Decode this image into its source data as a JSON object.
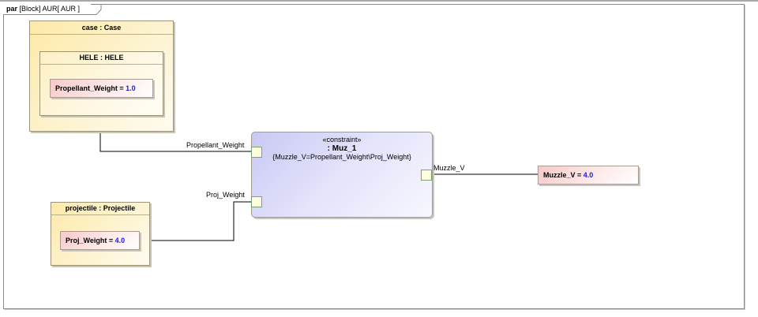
{
  "frame": {
    "kind": "par",
    "label": "[Block] AUR[ AUR ]"
  },
  "parts": {
    "case": {
      "header": "case : Case",
      "inner": {
        "header": "HELE : HELE",
        "property": {
          "name": "Propellant_Weight",
          "equals": " = ",
          "value": "1.0"
        }
      }
    },
    "projectile": {
      "header": "projectile : Projectile",
      "property": {
        "name": "Proj_Weight",
        "equals": " = ",
        "value": "4.0"
      }
    }
  },
  "constraint": {
    "stereotype": "«constraint»",
    "name": ": Muz_1",
    "expression": "{Muzzle_V=Propellant_Weight\\Proj_Weight}",
    "ports": [
      {
        "label": "Propellant_Weight"
      },
      {
        "label": "Proj_Weight"
      },
      {
        "label": "Muzzle_V"
      }
    ]
  },
  "value_properties": {
    "muzzle_v": {
      "name": "Muzzle_V",
      "equals": " = ",
      "value": "4.0"
    }
  }
}
